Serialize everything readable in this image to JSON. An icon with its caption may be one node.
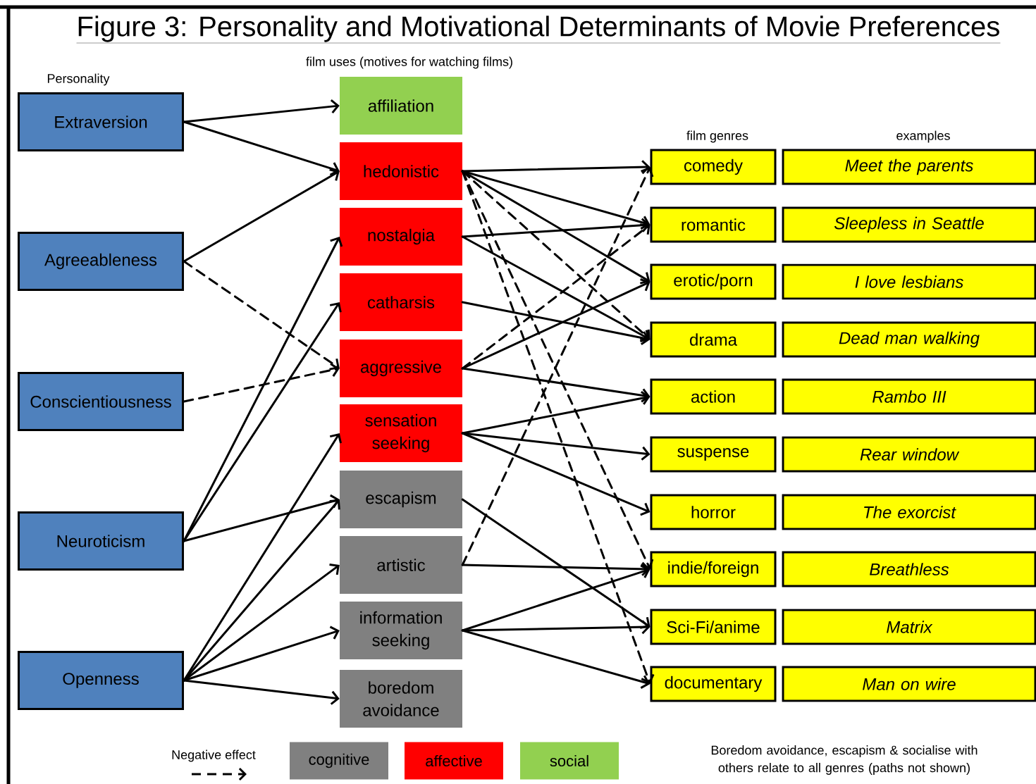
{
  "diagram": {
    "title": "Figure 3: Personality and Motivational Determinants of Movie Preferences",
    "nodes": [
      {
        "text": [
          "Extraversion"
        ]
      },
      {
        "text": [
          "Agreeableness"
        ]
      },
      {
        "text": [
          "Conscientiousness"
        ]
      },
      {
        "text": [
          "Neuroticism"
        ]
      },
      {
        "text": [
          "Openness"
        ]
      },
      {
        "text": [
          "affiliation"
        ]
      },
      {
        "text": [
          "hedonistic"
        ]
      },
      {
        "text": [
          "nostalgia"
        ]
      },
      {
        "text": [
          "catharsis"
        ]
      },
      {
        "text": [
          "aggressive"
        ]
      },
      {
        "text": [
          "sensation seeking"
        ]
      },
      {
        "text": [
          "escapism"
        ]
      },
      {
        "text": [
          "artistic"
        ]
      },
      {
        "text": [
          "information seeking"
        ]
      },
      {
        "text": [
          "boredom avoidance"
        ]
      },
      {
        "text": [
          "comedy"
        ]
      },
      {
        "text": [
          "romantic"
        ]
      },
      {
        "text": [
          "erotic/porn"
        ]
      },
      {
        "text": [
          "drama"
        ]
      },
      {
        "text": [
          "action"
        ]
      },
      {
        "text": [
          "suspense"
        ]
      },
      {
        "text": [
          "horror"
        ]
      },
      {
        "text": [
          "indie/foreign"
        ]
      },
      {
        "text": [
          "Sci-Fi/anime"
        ]
      },
      {
        "text": [
          "documentary"
        ]
      },
      {
        "text": [
          "Meet the parents"
        ]
      },
      {
        "text": [
          "Sleepless in Seattle"
        ]
      },
      {
        "text": [
          "I love lesbians"
        ]
      },
      {
        "text": [
          "Dead man walking"
        ]
      },
      {
        "text": [
          "Rambo III"
        ]
      },
      {
        "text": [
          "Rear window"
        ]
      },
      {
        "text": [
          "The exorcist"
        ]
      },
      {
        "text": [
          "Breathless"
        ]
      },
      {
        "text": [
          "Matrix"
        ]
      },
      {
        "text": [
          "Man on wire"
        ]
      }
    ],
    "edges": [
      {
        "from": 0,
        "to": 5,
        "arrow": "to"
      },
      {
        "from": 0,
        "to": 6,
        "arrow": "to"
      },
      {
        "from": 1,
        "to": 6,
        "arrow": "to"
      },
      {
        "from": 1,
        "to": 9,
        "arrow": "to",
        "style": "dashed"
      },
      {
        "from": 2,
        "to": 9,
        "arrow": "to",
        "style": "dashed"
      },
      {
        "from": 3,
        "to": 7,
        "arrow": "to"
      },
      {
        "from": 3,
        "to": 8,
        "arrow": "to"
      },
      {
        "from": 3,
        "to": 11,
        "arrow": "to"
      },
      {
        "from": 4,
        "to": 10,
        "arrow": "to"
      },
      {
        "from": 4,
        "to": 11,
        "arrow": "to"
      },
      {
        "from": 4,
        "to": 12,
        "arrow": "to"
      },
      {
        "from": 4,
        "to": 13,
        "arrow": "to"
      },
      {
        "from": 4,
        "to": 14,
        "arrow": "to"
      },
      {
        "from": 6,
        "to": 15,
        "arrow": "to"
      },
      {
        "from": 6,
        "to": 16,
        "arrow": "to"
      },
      {
        "from": 6,
        "to": 17,
        "arrow": "to"
      },
      {
        "from": 6,
        "to": 18,
        "arrow": "to",
        "style": "dashed"
      },
      {
        "from": 6,
        "to": 22,
        "arrow": "to",
        "style": "dashed"
      },
      {
        "from": 6,
        "to": 24,
        "arrow": "to",
        "style": "dashed"
      },
      {
        "from": 7,
        "to": 16,
        "arrow": "to"
      },
      {
        "from": 7,
        "to": 18,
        "arrow": "to"
      },
      {
        "from": 8,
        "to": 18,
        "arrow": "to"
      },
      {
        "from": 9,
        "to": 16,
        "arrow": "to",
        "style": "dashed"
      },
      {
        "from": 9,
        "to": 17,
        "arrow": "to"
      },
      {
        "from": 9,
        "to": 19,
        "arrow": "to"
      },
      {
        "from": 10,
        "to": 19,
        "arrow": "to"
      },
      {
        "from": 10,
        "to": 20,
        "arrow": "to"
      },
      {
        "from": 10,
        "to": 21,
        "arrow": "to"
      },
      {
        "from": 11,
        "to": 23,
        "arrow": "to"
      },
      {
        "from": 12,
        "to": 15,
        "arrow": "to",
        "style": "dashed"
      },
      {
        "from": 12,
        "to": 22,
        "arrow": "to"
      },
      {
        "from": 13,
        "to": 22,
        "arrow": "to"
      },
      {
        "from": 13,
        "to": 23,
        "arrow": "to"
      },
      {
        "from": 13,
        "to": 24,
        "arrow": "to"
      }
    ],
    "labels": [
      "film uses (motives for watching films)",
      "Personality",
      "film genres",
      "examples",
      "Boredom avoidance, escapism & socialise with others relate to all genres (paths not shown)"
    ],
    "legend": [
      {
        "text": "Negative effect"
      },
      {
        "text": "cognitive",
        "color": "#808080"
      },
      {
        "text": "affective",
        "color": "#ff0000"
      },
      {
        "text": "social",
        "color": "#92d050"
      }
    ]
  }
}
